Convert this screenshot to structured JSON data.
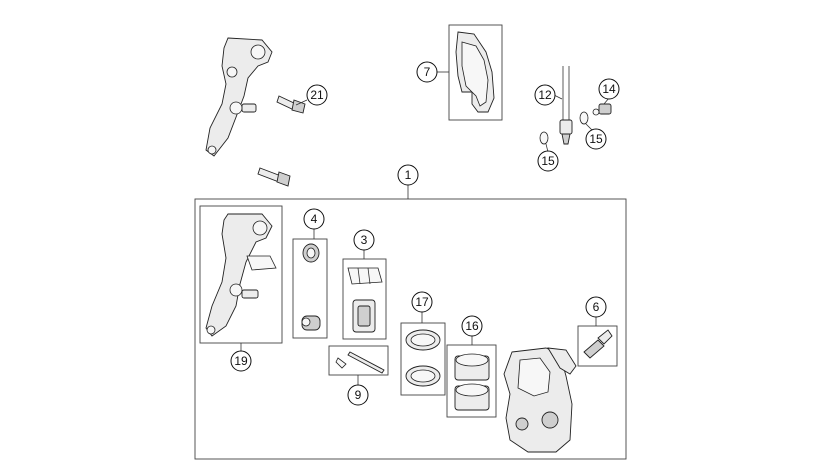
{
  "diagram": {
    "callouts": [
      {
        "id": "c1",
        "label": "1"
      },
      {
        "id": "c3",
        "label": "3"
      },
      {
        "id": "c4",
        "label": "4"
      },
      {
        "id": "c6",
        "label": "6"
      },
      {
        "id": "c7",
        "label": "7"
      },
      {
        "id": "c9",
        "label": "9"
      },
      {
        "id": "c12",
        "label": "12"
      },
      {
        "id": "c14",
        "label": "14"
      },
      {
        "id": "c15a",
        "label": "15"
      },
      {
        "id": "c15b",
        "label": "15"
      },
      {
        "id": "c16",
        "label": "16"
      },
      {
        "id": "c17",
        "label": "17"
      },
      {
        "id": "c19",
        "label": "19"
      },
      {
        "id": "c21",
        "label": "21"
      }
    ]
  }
}
